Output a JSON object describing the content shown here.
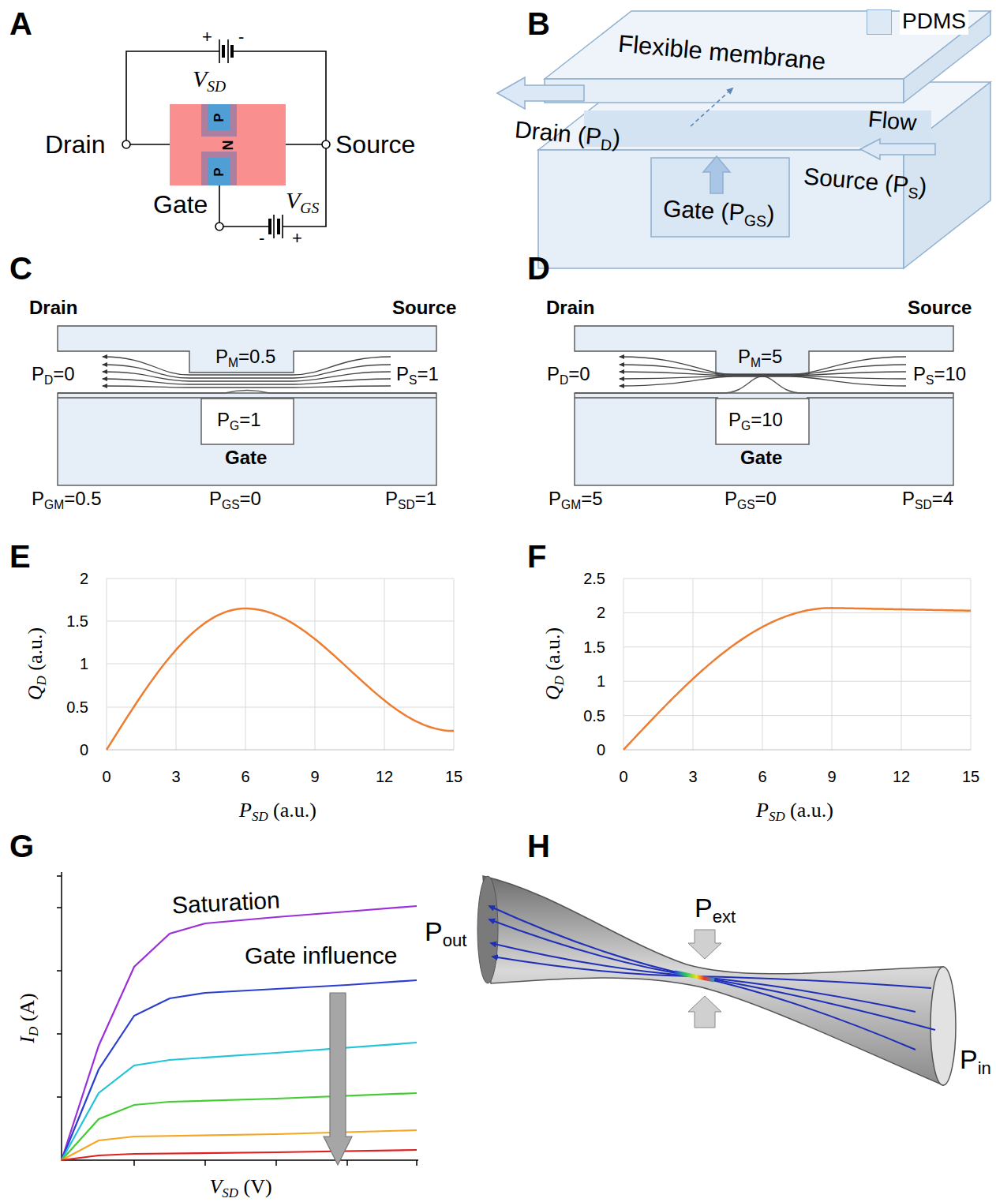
{
  "diagram": {
    "nodes": [
      {
        "text": [
          "N"
        ]
      },
      {
        "text": [
          "P"
        ],
        "in": 0
      },
      {
        "text": [
          "P"
        ],
        "in": 0
      }
    ],
    "labels": [
      "A",
      "B",
      "C",
      "D",
      "E",
      "F",
      "G",
      "H",
      "+",
      "-",
      "V",
      "SD",
      "Drain",
      "Source",
      "Gate",
      "V",
      "GS",
      "-",
      "+",
      "Flexible membrane",
      "Drain (P",
      "D",
      ")",
      "Flow",
      "Source (P",
      "S",
      ")",
      "Gate (P",
      "GS",
      ")",
      "Drain",
      "Source",
      "P",
      "M",
      "=0.5",
      "P",
      "D",
      "=0",
      "P",
      "S",
      "=1",
      "P",
      "G",
      "=1",
      "Gate",
      "P",
      "GM",
      "=0.5",
      "P",
      "GS",
      "=0",
      "P",
      "SD",
      "=1",
      "Drain",
      "Source",
      "P",
      "M",
      "=5",
      "P",
      "D",
      "=0",
      "P",
      "S",
      "=10",
      "P",
      "G",
      "=10",
      "Gate",
      "P",
      "GM",
      "=5",
      "P",
      "GS",
      "=0",
      "P",
      "SD",
      "=4",
      "0",
      "0.5",
      "1",
      "1.5",
      "2",
      "0",
      "3",
      "6",
      "9",
      "12",
      "15",
      "Q",
      "D",
      "(a.u.)",
      "P",
      "SD",
      "(a.u.)",
      "0",
      "0.5",
      "1",
      "1.5",
      "2",
      "2.5",
      "0",
      "3",
      "6",
      "9",
      "12",
      "15",
      "Q",
      "D",
      "(a.u.)",
      "P",
      "SD",
      "(a.u.)",
      "Saturation",
      "Gate influence",
      "I",
      "D",
      "(A)",
      "V",
      "SD",
      "(V)",
      "P",
      "out",
      "P",
      "ext",
      "P",
      "in"
    ],
    "legend": [
      {
        "text": "PDMS",
        "color": "#dde9f5"
      }
    ]
  }
}
